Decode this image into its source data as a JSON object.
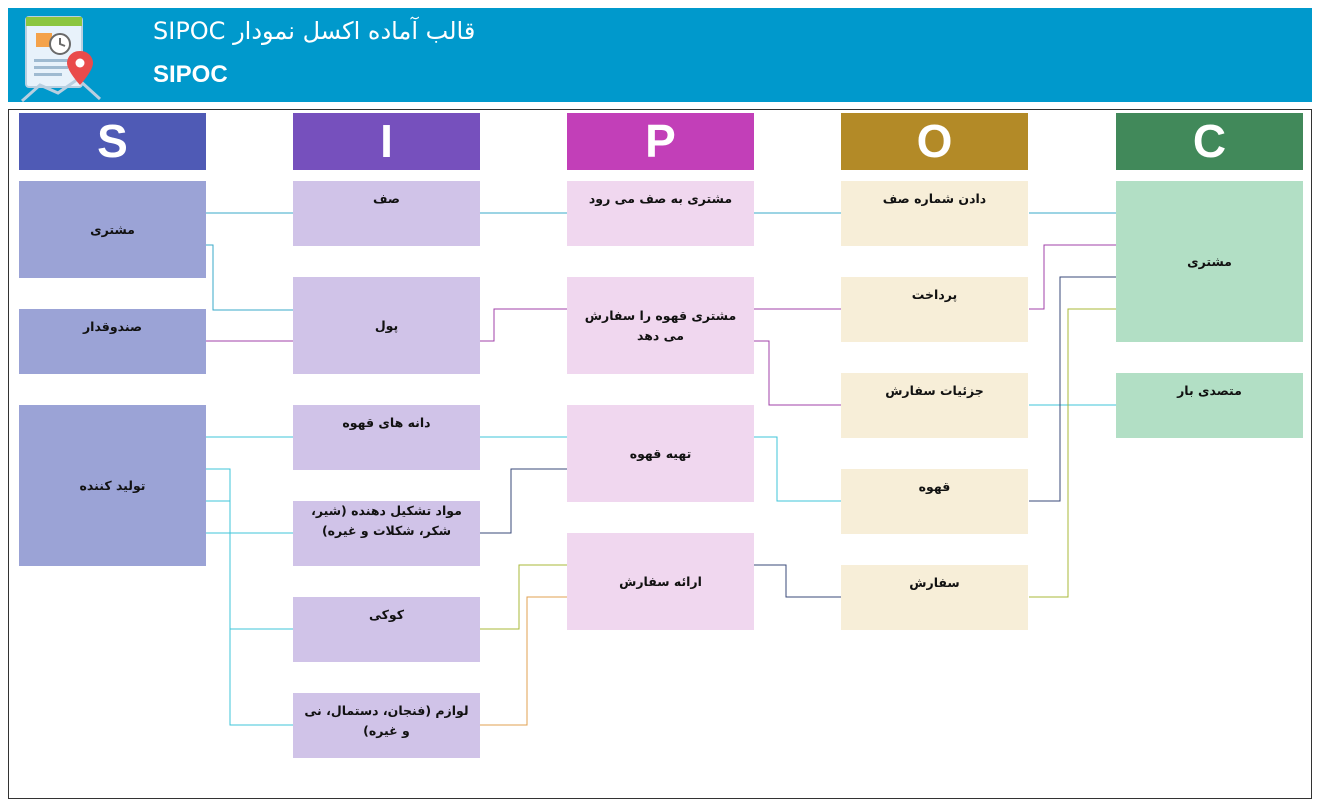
{
  "header": {
    "title": "قالب آماده اکسل نمودار SIPOC",
    "subtitle": "SIPOC"
  },
  "columns": [
    {
      "letter": "S",
      "color": "#4f5ab5"
    },
    {
      "letter": "I",
      "color": "#7650bd"
    },
    {
      "letter": "P",
      "color": "#c23fb8"
    },
    {
      "letter": "O",
      "color": "#b38a27"
    },
    {
      "letter": "C",
      "color": "#41895a"
    }
  ],
  "suppliers": [
    "مشتری",
    "صندوقدار",
    "تولید کننده"
  ],
  "inputs": [
    "صف",
    "پول",
    "دانه های قهوه",
    "مواد تشکیل دهنده (شیر، شکر، شکلات و غیره)",
    "کوکی",
    "لوازم (فنجان، دستمال، نی و غیره)"
  ],
  "process": [
    "مشتری به صف می رود",
    "مشتری قهوه را سفارش می دهد",
    "تهیه قهوه",
    "ارائه سفارش"
  ],
  "outputs": [
    "دادن شماره صف",
    "پرداخت",
    "جزئیات سفارش",
    "قهوه",
    "سفارش"
  ],
  "customers": [
    "مشتری",
    "متصدی بار"
  ]
}
